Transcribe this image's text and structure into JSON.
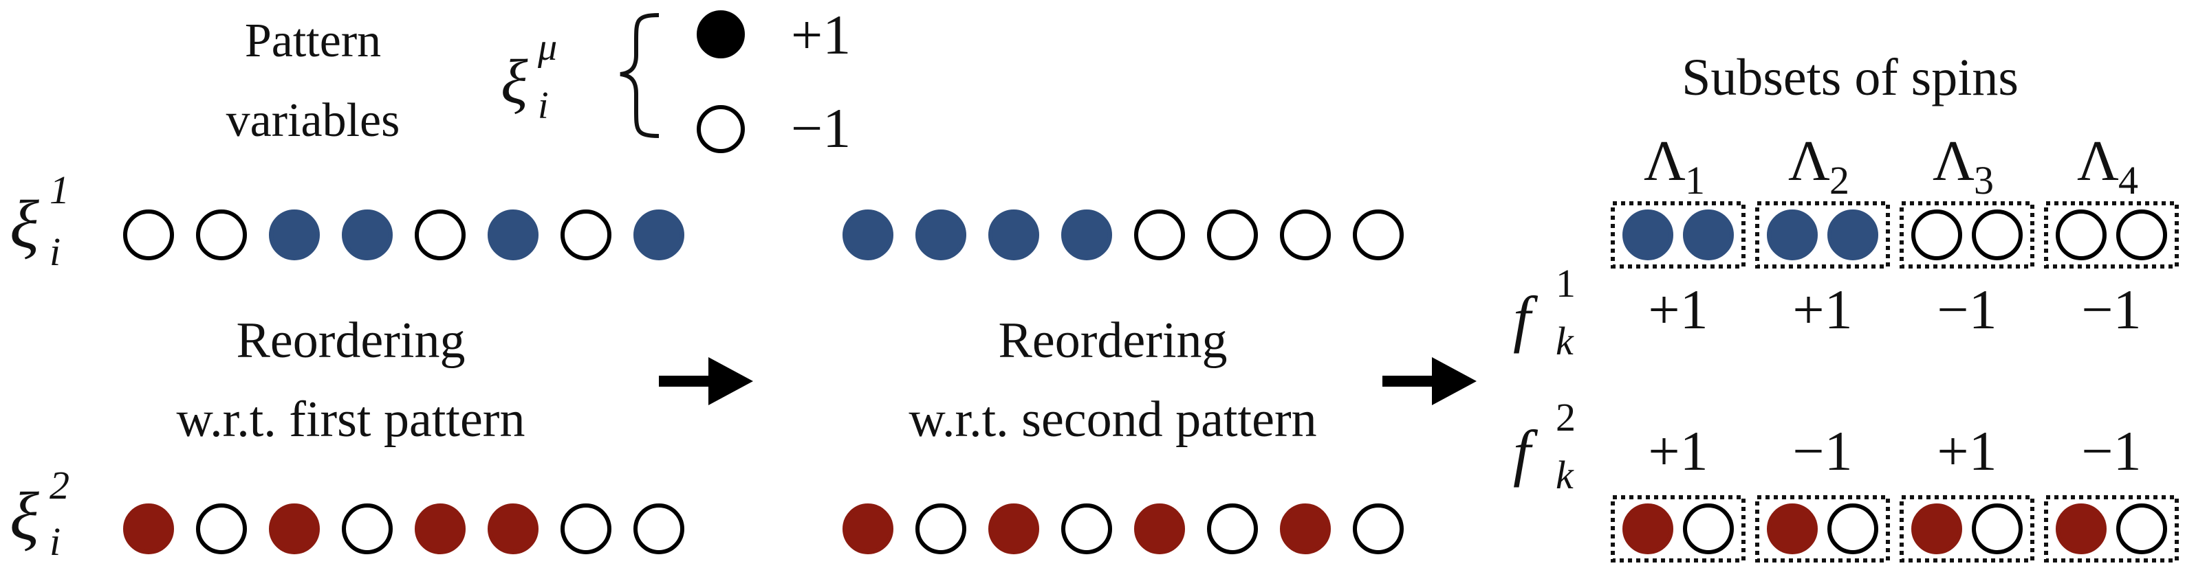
{
  "colors": {
    "blue": "#2f4f7e",
    "red": "#8b1a0f",
    "black": "#000000",
    "empty_fill": "#ffffff"
  },
  "legend": {
    "caption_line1": "Pattern",
    "caption_line2": "variables",
    "symbol_base": "ξ",
    "symbol_sub": "i",
    "symbol_sup": "μ",
    "plus_label": "+1",
    "minus_label": "−1"
  },
  "patterns": {
    "first": {
      "symbol_base": "ξ",
      "symbol_sub": "i",
      "symbol_sup": "1",
      "original": [
        0,
        0,
        1,
        1,
        0,
        1,
        0,
        1
      ],
      "reordered": [
        1,
        1,
        1,
        1,
        0,
        0,
        0,
        0
      ]
    },
    "second": {
      "symbol_base": "ξ",
      "symbol_sub": "i",
      "symbol_sup": "2",
      "original": [
        1,
        0,
        1,
        0,
        1,
        1,
        0,
        0
      ],
      "reordered": [
        1,
        0,
        1,
        0,
        1,
        0,
        1,
        0
      ]
    }
  },
  "steps": {
    "first": {
      "line1": "Reordering",
      "line2": "w.r.t. first pattern"
    },
    "second": {
      "line1": "Reordering",
      "line2": "w.r.t. second pattern"
    }
  },
  "subsets": {
    "title": "Subsets of spins",
    "labels": [
      {
        "base": "Λ",
        "sub": "1"
      },
      {
        "base": "Λ",
        "sub": "2"
      },
      {
        "base": "Λ",
        "sub": "3"
      },
      {
        "base": "Λ",
        "sub": "4"
      }
    ],
    "f1": {
      "base": "f",
      "sub": "k",
      "sup": "1",
      "values": [
        "+1",
        "+1",
        "−1",
        "−1"
      ]
    },
    "f2": {
      "base": "f",
      "sub": "k",
      "sup": "2",
      "values": [
        "+1",
        "−1",
        "+1",
        "−1"
      ]
    }
  }
}
